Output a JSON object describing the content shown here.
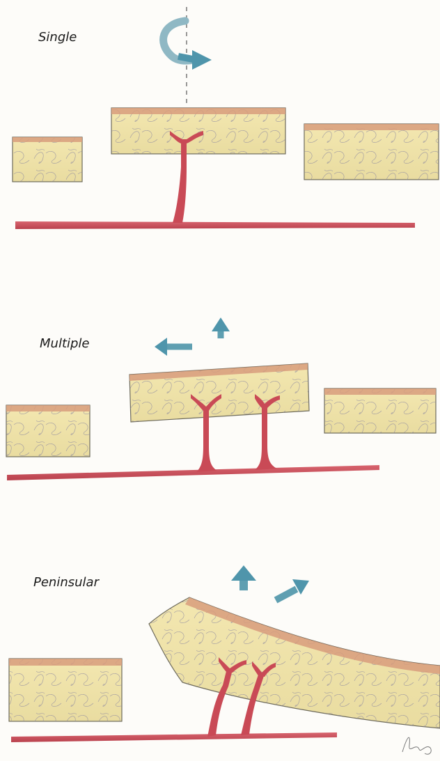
{
  "panels": [
    {
      "label": "Single",
      "arrow_icon": "rotation-arrow-icon"
    },
    {
      "label": "Multiple",
      "arrow_icons": [
        "left-arrow-icon",
        "up-arrow-icon"
      ]
    },
    {
      "label": "Peninsular",
      "arrow_icons": [
        "up-arrow-icon",
        "up-right-arrow-icon"
      ]
    }
  ],
  "colors": {
    "fat": "#efe3a8",
    "fat_edge": "#6d6a5c",
    "dermis": "#d89c7c",
    "vessel": "#cf5560",
    "vessel_dark": "#a83a46",
    "arrow": "#6fa6b5",
    "scribble": "#8a86a0"
  },
  "signature": "lGB"
}
